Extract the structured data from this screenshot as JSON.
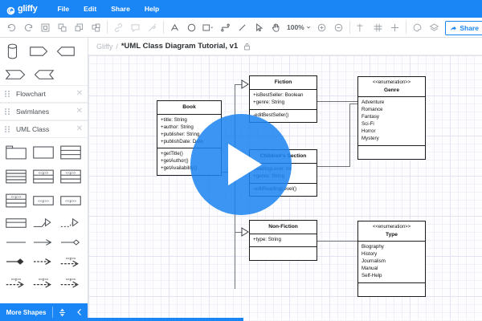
{
  "app": {
    "brand": "gliffy",
    "brand_color": "#1a85f5",
    "logo_icon": "gliffy-logo-icon"
  },
  "menubar": {
    "items": [
      {
        "label": "File"
      },
      {
        "label": "Edit"
      },
      {
        "label": "Share"
      },
      {
        "label": "Help"
      }
    ]
  },
  "toolbar": {
    "groups": [
      {
        "buttons": [
          {
            "name": "undo-icon",
            "title": "Undo"
          },
          {
            "name": "redo-icon",
            "title": "Redo"
          },
          {
            "name": "fit-to-screen-icon",
            "title": "Fit to screen"
          },
          {
            "name": "bring-to-front-icon",
            "title": "Bring to front"
          },
          {
            "name": "send-to-back-icon",
            "title": "Send to back"
          },
          {
            "name": "group-icon",
            "title": "Group"
          }
        ]
      },
      {
        "buttons": [
          {
            "name": "link-icon",
            "title": "Link"
          },
          {
            "name": "comment-icon",
            "title": "Comment"
          },
          {
            "name": "format-painter-icon",
            "title": "Format painter"
          }
        ]
      },
      {
        "buttons": [
          {
            "name": "text-tool-icon",
            "title": "Text"
          },
          {
            "name": "ellipse-tool-icon",
            "title": "Ellipse"
          },
          {
            "name": "rectangle-tool-icon",
            "title": "Rectangle"
          },
          {
            "name": "connector-tool-icon",
            "title": "Connector"
          },
          {
            "name": "line-tool-icon",
            "title": "Line"
          }
        ]
      },
      {
        "buttons": [
          {
            "name": "select-tool-icon",
            "title": "Select"
          },
          {
            "name": "pan-tool-icon",
            "title": "Pan"
          }
        ]
      }
    ],
    "zoom_value": "100%",
    "zoom_buttons": [
      {
        "name": "zoom-in-icon",
        "title": "Zoom in"
      },
      {
        "name": "zoom-out-icon",
        "title": "Zoom out"
      }
    ],
    "view_buttons": [
      {
        "name": "show-guides-icon",
        "title": "Guides"
      },
      {
        "name": "show-grid-icon",
        "title": "Grid"
      },
      {
        "name": "snap-to-grid-icon",
        "title": "Snap to grid"
      }
    ],
    "extra_buttons": [
      {
        "name": "theme-icon",
        "title": "Theme"
      },
      {
        "name": "layers-icon",
        "title": "Layers"
      }
    ],
    "share_label": "Share"
  },
  "breadcrumb": {
    "root": "Gliffy",
    "separator": "/",
    "title": "*UML Class Diagram Tutorial, v1",
    "lock_icon": "lock-icon"
  },
  "sidebar": {
    "sections": [
      {
        "label": "Flowchart",
        "close_icon": "close-icon"
      },
      {
        "label": "Swimlanes",
        "close_icon": "close-icon"
      },
      {
        "label": "UML Class",
        "close_icon": "close-icon"
      }
    ],
    "stereotype_label": "<<p>>",
    "more_shapes_label": "More Shapes",
    "more_shapes_expand_icon": "expand-collapse-icon",
    "more_shapes_collapse_icon": "chevron-left-icon"
  },
  "diagram": {
    "classes": [
      {
        "id": "book",
        "name": "Book",
        "stereotype": "",
        "attributes": [
          "+title: String",
          "+author: String",
          "+publisher: String",
          "+publishDate: Date"
        ],
        "methods": [
          "+getTitle()",
          "+getAuthor()",
          "+getAvailability()"
        ]
      },
      {
        "id": "fiction",
        "name": "Fiction",
        "stereotype": "",
        "attributes": [
          "+isBestSeller: Boolean",
          "+genre: String"
        ],
        "methods": [
          "-editBestSeller()"
        ]
      },
      {
        "id": "childrens-section",
        "name": "Children's Section",
        "stereotype": "",
        "attributes": [
          "-readingLevel: int",
          "+genre: String"
        ],
        "methods": [
          "-editReadingLevel()"
        ]
      },
      {
        "id": "non-fiction",
        "name": "Non-Fiction",
        "stereotype": "",
        "attributes": [
          "+type: String"
        ],
        "methods": []
      },
      {
        "id": "genre",
        "name": "Genre",
        "stereotype": "<<enumeration>>",
        "attributes": [
          "Adventure",
          "Romance",
          "Fantasy",
          "Sci-Fi",
          "Horror",
          "Mystery"
        ],
        "methods": []
      },
      {
        "id": "type",
        "name": "Type",
        "stereotype": "<<enumeration>>",
        "attributes": [
          "Biography",
          "History",
          "Journalism",
          "Manual",
          "Self-Help"
        ],
        "methods": []
      }
    ]
  },
  "overlay": {
    "play_icon": "play-button-icon",
    "play_color": "#1c84f0"
  },
  "progress": {
    "percent": 50.5,
    "color": "#1a85f5"
  }
}
